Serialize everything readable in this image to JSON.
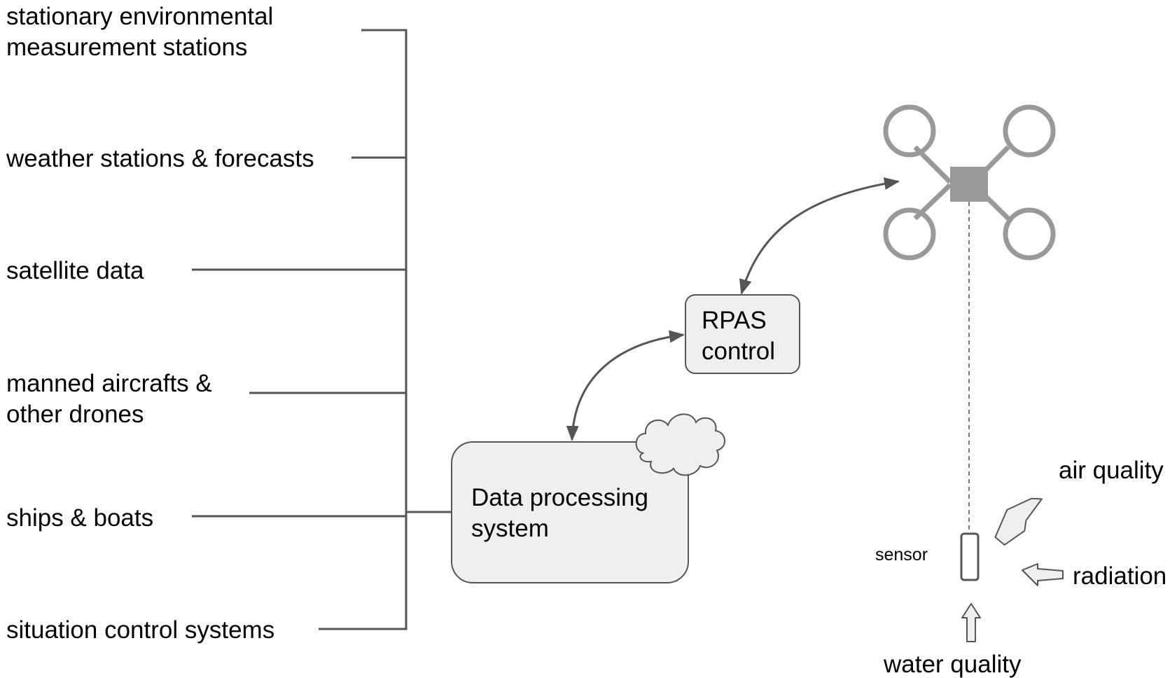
{
  "sources": [
    {
      "lines": [
        "stationary environmental",
        "measurement stations"
      ]
    },
    {
      "lines": [
        "weather stations & forecasts"
      ]
    },
    {
      "lines": [
        "satellite data"
      ]
    },
    {
      "lines": [
        "manned aircrafts &",
        "other drones"
      ]
    },
    {
      "lines": [
        "ships & boats"
      ]
    },
    {
      "lines": [
        "situation control systems"
      ]
    }
  ],
  "data_processing": {
    "line1": "Data processing",
    "line2": "system"
  },
  "rpas_control": {
    "line1": "RPAS",
    "line2": "control"
  },
  "sensor": {
    "label": "sensor"
  },
  "measurements": {
    "air_quality": "air quality",
    "radiation": "radiation",
    "water_quality": "water quality"
  },
  "icons": {
    "drone": "quadcopter-drone-icon",
    "cloud": "cloud-icon"
  },
  "colors": {
    "line": "#555555",
    "box_fill": "#efefef",
    "box_stroke": "#555555",
    "drone": "#999999",
    "arrow_fill": "#efefef"
  }
}
